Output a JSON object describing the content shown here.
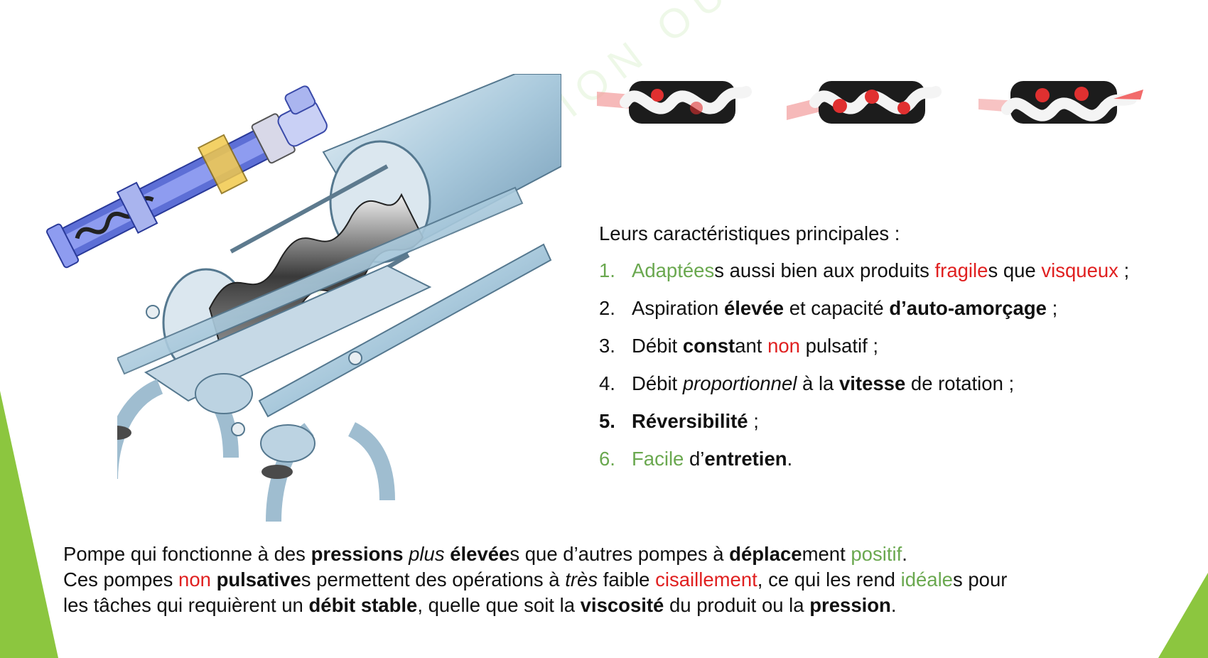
{
  "watermark": "AEI   FORMATION   OUEST",
  "features": {
    "heading": "Leurs caractéristiques principales :",
    "items": [
      {
        "num": "1.",
        "segments": [
          {
            "text": "Adaptées",
            "style": "green"
          },
          {
            "text": "s aussi bien aux produits ",
            "style": "normal"
          },
          {
            "text": "fragile",
            "style": "red"
          },
          {
            "text": "s que ",
            "style": "normal"
          },
          {
            "text": "visqueux",
            "style": "red"
          },
          {
            "text": " ;",
            "style": "normal"
          }
        ]
      },
      {
        "num": "2.",
        "segments": [
          {
            "text": "Aspiration ",
            "style": "normal"
          },
          {
            "text": "élevée",
            "style": "bold"
          },
          {
            "text": " et capacité ",
            "style": "normal"
          },
          {
            "text": "d’auto-amorçage",
            "style": "bold"
          },
          {
            "text": " ;",
            "style": "normal"
          }
        ]
      },
      {
        "num": "3.",
        "segments": [
          {
            "text": "Débit ",
            "style": "normal"
          },
          {
            "text": "const",
            "style": "bold"
          },
          {
            "text": "ant ",
            "style": "normal"
          },
          {
            "text": "non",
            "style": "red"
          },
          {
            "text": " pulsatif ;",
            "style": "normal"
          }
        ]
      },
      {
        "num": "4.",
        "segments": [
          {
            "text": "Débit ",
            "style": "normal"
          },
          {
            "text": "proportionnel",
            "style": "italic"
          },
          {
            "text": " à la ",
            "style": "normal"
          },
          {
            "text": "vitesse",
            "style": "bold"
          },
          {
            "text": " de rotation ;",
            "style": "normal"
          }
        ]
      },
      {
        "num": "5.",
        "segments": [
          {
            "text": "Réversibilité",
            "style": "bold"
          },
          {
            "text": " ;",
            "style": "normal"
          }
        ]
      },
      {
        "num": "6.",
        "segments": [
          {
            "text": "Facile",
            "style": "green"
          },
          {
            "text": " d’",
            "style": "normal"
          },
          {
            "text": "entretien",
            "style": "bold"
          },
          {
            "text": ".",
            "style": "normal"
          }
        ]
      }
    ]
  },
  "description": {
    "paragraphs": [
      [
        {
          "text": "Pompe qui fonctionne à des ",
          "style": "normal"
        },
        {
          "text": "pressions",
          "style": "bold"
        },
        {
          "text": " ",
          "style": "normal"
        },
        {
          "text": "plus",
          "style": "italic"
        },
        {
          "text": " ",
          "style": "normal"
        },
        {
          "text": "élevée",
          "style": "bold"
        },
        {
          "text": "s que d’autres pompes à ",
          "style": "normal"
        },
        {
          "text": "déplace",
          "style": "bold"
        },
        {
          "text": "ment ",
          "style": "normal"
        },
        {
          "text": "positif",
          "style": "green"
        },
        {
          "text": ".",
          "style": "normal"
        }
      ],
      [
        {
          "text": "Ces pompes ",
          "style": "normal"
        },
        {
          "text": "non",
          "style": "red"
        },
        {
          "text": " ",
          "style": "normal"
        },
        {
          "text": "pulsative",
          "style": "bold"
        },
        {
          "text": "s permettent des opérations à ",
          "style": "normal"
        },
        {
          "text": "très",
          "style": "italic"
        },
        {
          "text": " faible ",
          "style": "normal"
        },
        {
          "text": "cisaillement",
          "style": "red"
        },
        {
          "text": ", ce qui les rend ",
          "style": "normal"
        },
        {
          "text": "idéale",
          "style": "green"
        },
        {
          "text": "s pour",
          "style": "normal"
        }
      ],
      [
        {
          "text": "les tâches qui requièrent un ",
          "style": "normal"
        },
        {
          "text": "débit stable",
          "style": "bold"
        },
        {
          "text": ", quelle que soit la ",
          "style": "normal"
        },
        {
          "text": "viscosité",
          "style": "bold"
        },
        {
          "text": " du produit ou la ",
          "style": "normal"
        },
        {
          "text": "pression",
          "style": "bold"
        },
        {
          "text": ".",
          "style": "normal"
        }
      ]
    ]
  },
  "colors": {
    "green": "#6aa84f",
    "red": "#e02020",
    "accent": "#8cc63f"
  }
}
